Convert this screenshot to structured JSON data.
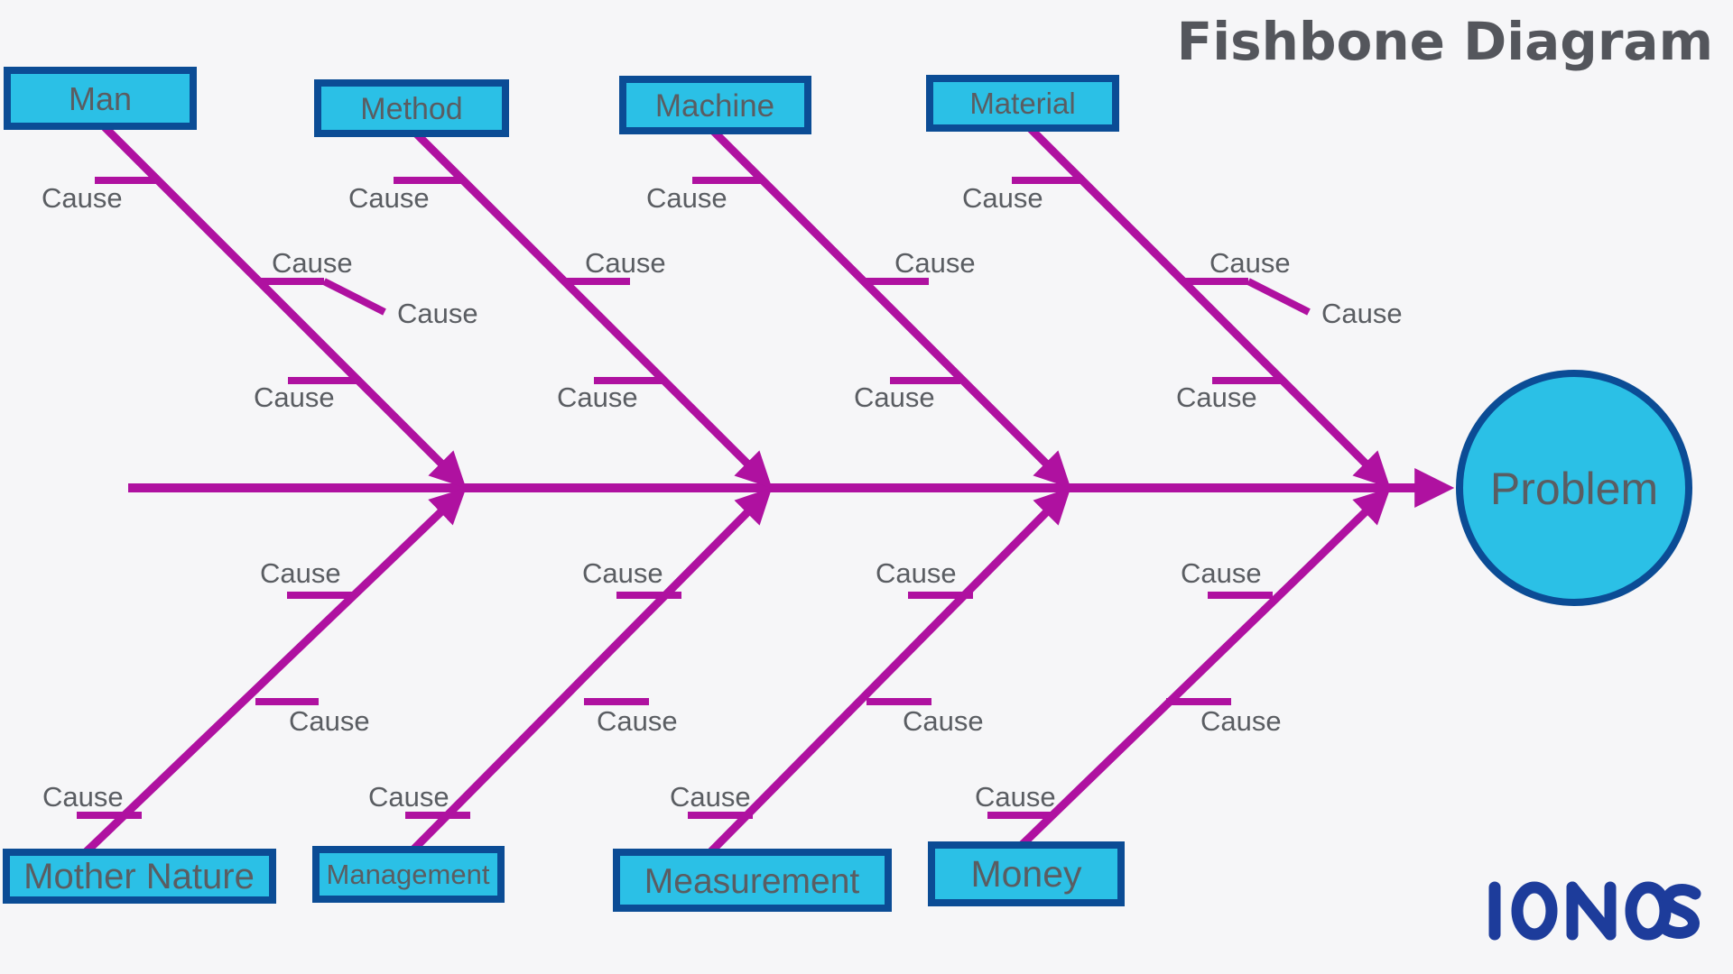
{
  "title": "Fishbone Diagram",
  "effect": {
    "label": "Problem"
  },
  "top_branches": [
    {
      "label": "Man",
      "causes": [
        "Cause",
        "Cause",
        "Cause",
        "Cause"
      ]
    },
    {
      "label": "Method",
      "causes": [
        "Cause",
        "Cause",
        "Cause"
      ]
    },
    {
      "label": "Machine",
      "causes": [
        "Cause",
        "Cause",
        "Cause"
      ]
    },
    {
      "label": "Material",
      "causes": [
        "Cause",
        "Cause",
        "Cause",
        "Cause"
      ]
    }
  ],
  "bottom_branches": [
    {
      "label": "Mother Nature",
      "causes": [
        "Cause",
        "Cause",
        "Cause"
      ]
    },
    {
      "label": "Management",
      "causes": [
        "Cause",
        "Cause",
        "Cause"
      ]
    },
    {
      "label": "Measurement",
      "causes": [
        "Cause",
        "Cause",
        "Cause"
      ]
    },
    {
      "label": "Money",
      "causes": [
        "Cause",
        "Cause",
        "Cause"
      ]
    }
  ],
  "brand": {
    "name": "IONOS"
  },
  "colors": {
    "background": "#F6F6F8",
    "bone_magenta": "#AF11A0",
    "node_fill_cyan": "#2BC0E6",
    "node_border_navy": "#0B4C95",
    "label_gray": "#5A5D62",
    "title_gray": "#54565C",
    "brand_blue": "#1D3C9B"
  }
}
